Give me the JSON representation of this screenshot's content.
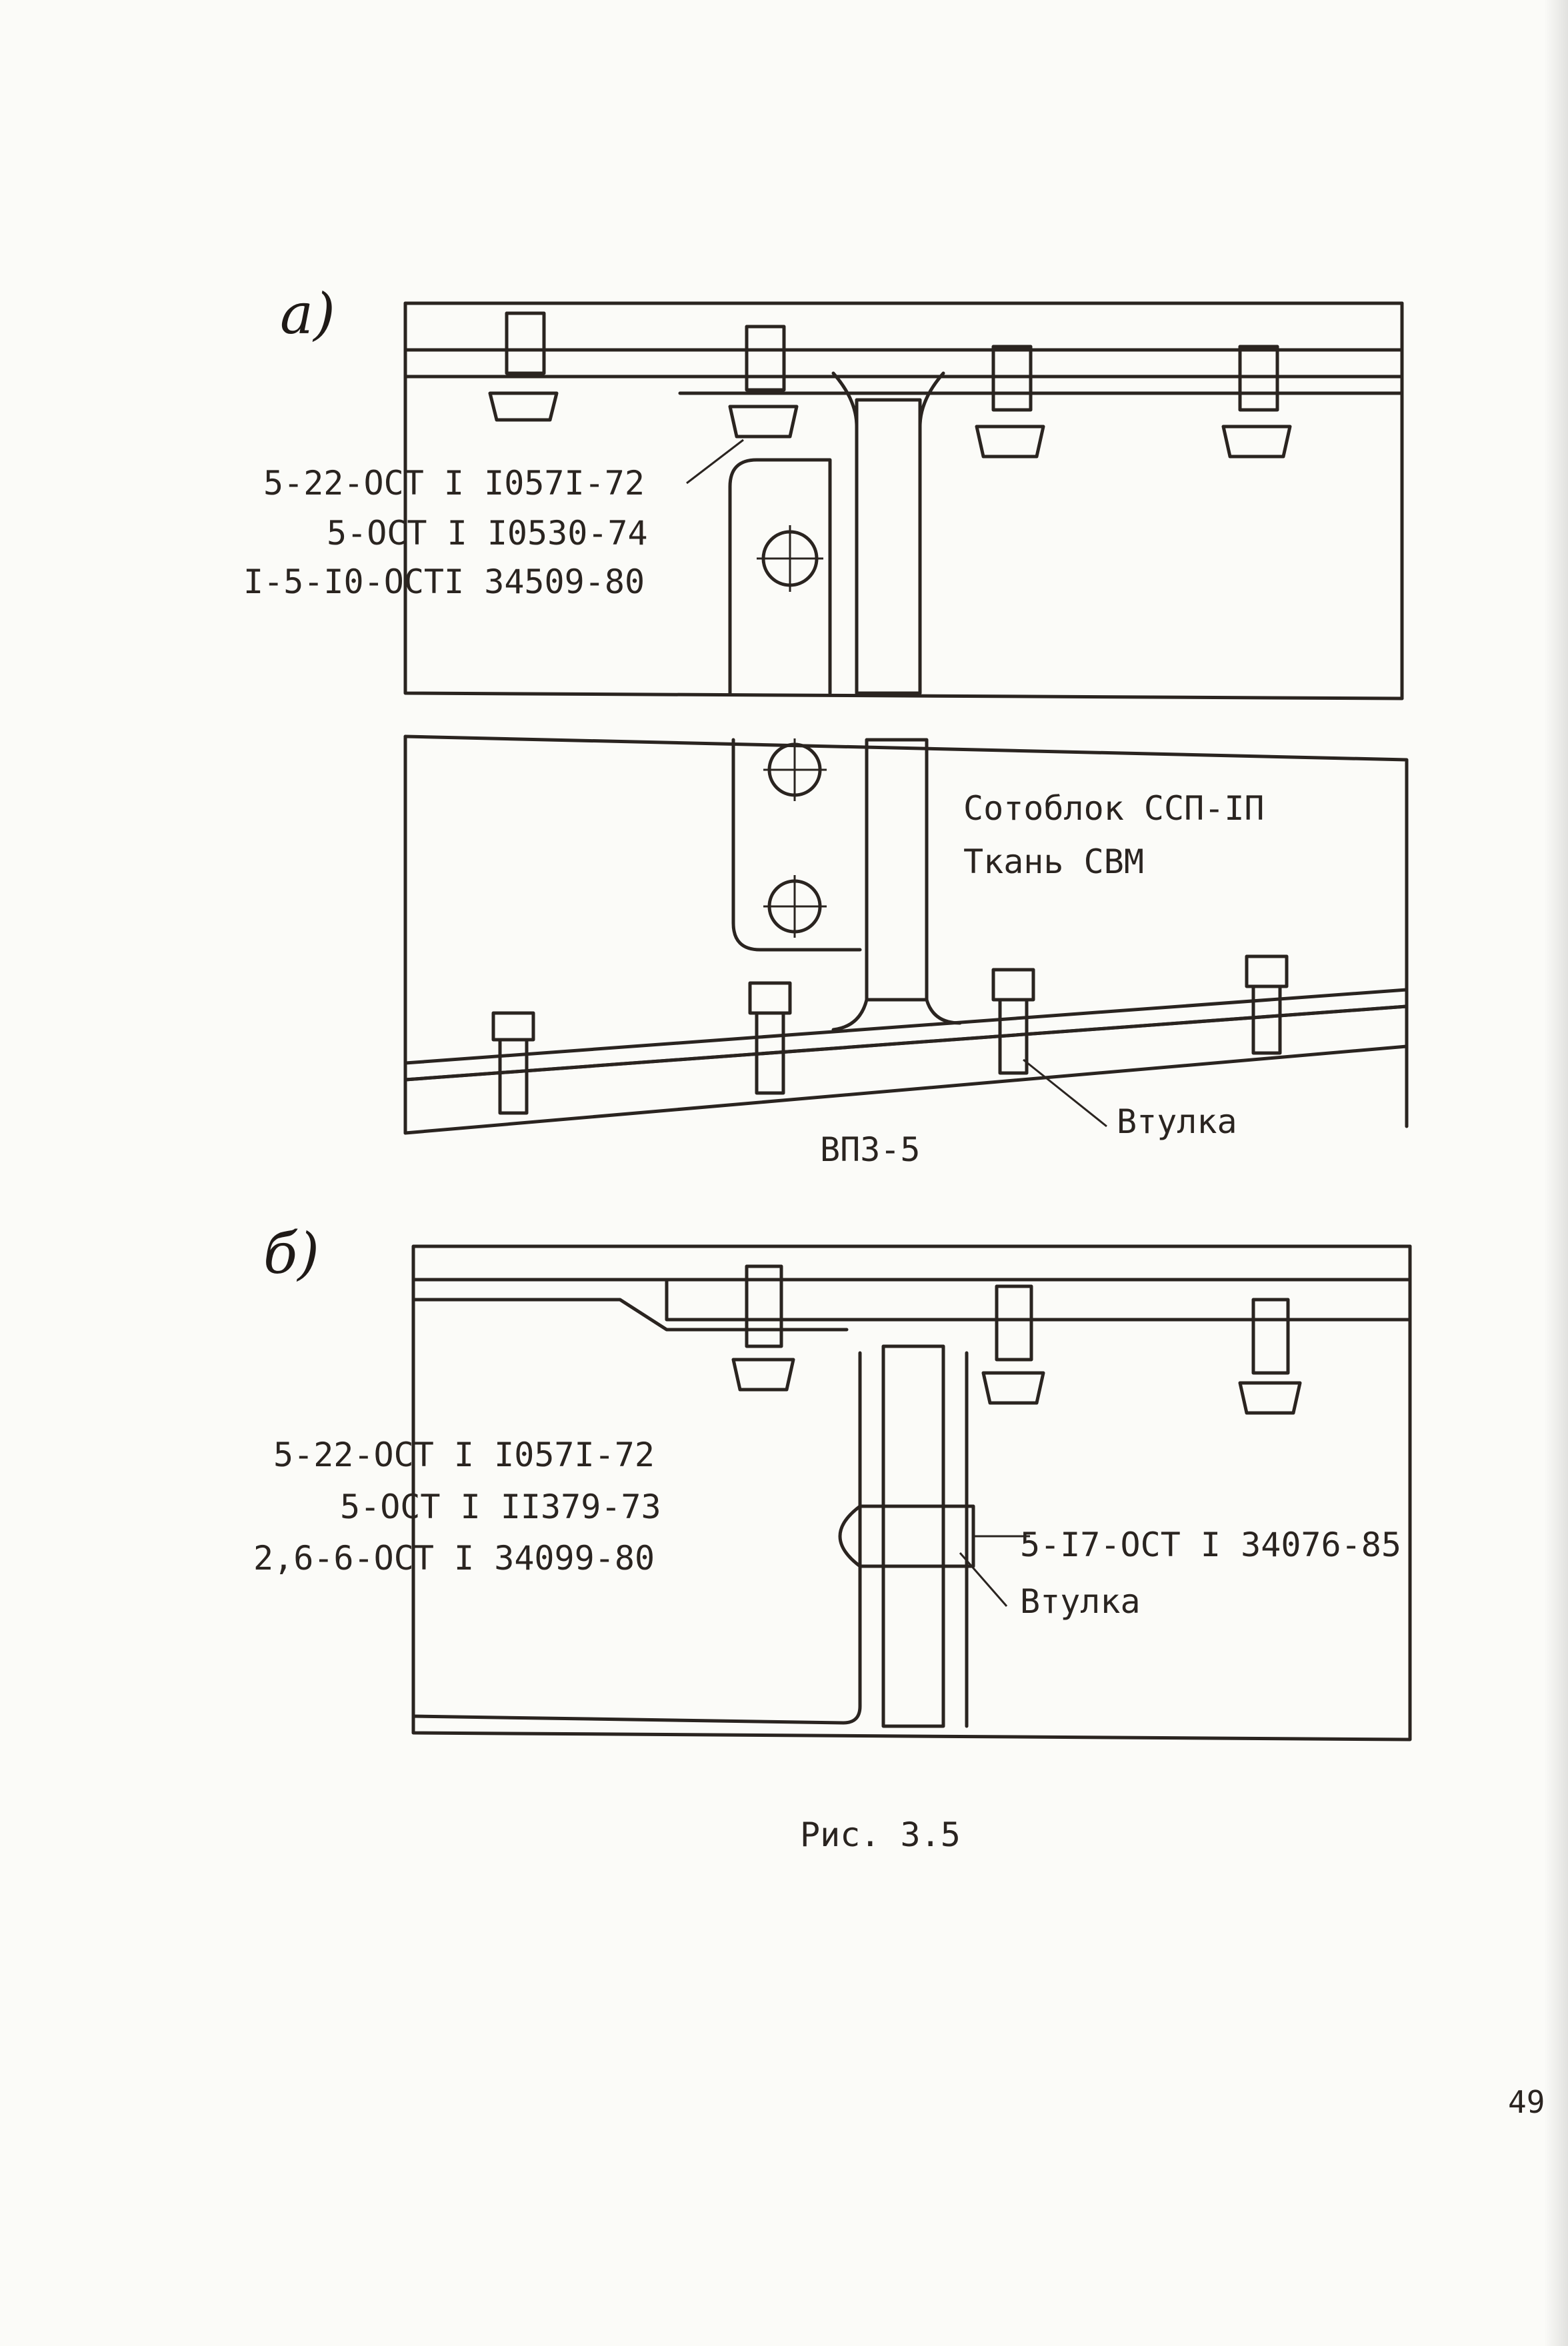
{
  "figure": {
    "part_a": {
      "marker": "а)",
      "labels": [
        "5-22-ОСТ I I057I-72",
        "5-ОСТ I I0530-74",
        "I-5-I0-ОСТI 34509-80"
      ],
      "material_labels": [
        "Сотоблок ССП-IП",
        "Ткань СВМ"
      ],
      "bottom_label": "ВПЗ-5",
      "bushing_label": "Втулка"
    },
    "part_b": {
      "marker": "б)",
      "labels": [
        "5-22-ОСТ I I057I-72",
        "5-ОСТ I II379-73",
        "2,6-6-ОСТ I 34099-80"
      ],
      "rivet_label": "5-I7-ОСТ I 34076-85",
      "bushing_label": "Втулка"
    },
    "caption": "Рис. 3.5"
  },
  "page_number": "49",
  "colors": {
    "ink": "#2a2420",
    "paper": "#fbfbf8"
  }
}
